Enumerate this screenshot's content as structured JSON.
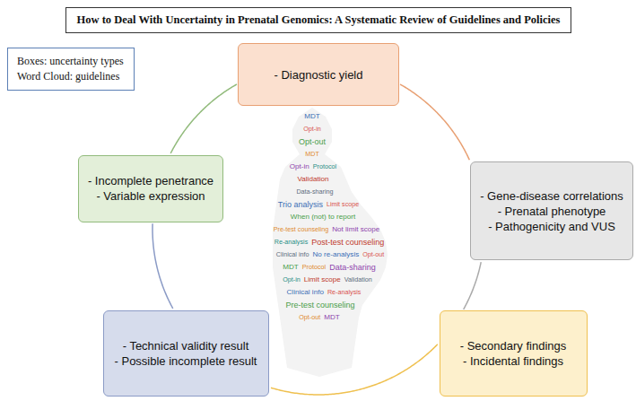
{
  "diagram": {
    "title": "How to Deal With Uncertainty in Prenatal Genomics: A Systematic Review of Guidelines and Policies",
    "nodes": [
      {
        "text": [
          "Boxes: uncertainty types",
          "Word Cloud: guidelines"
        ]
      },
      {
        "text": [
          "- Diagnostic yield"
        ]
      },
      {
        "text": [
          "- Incomplete penetrance",
          "- Variable expression"
        ]
      },
      {
        "text": [
          "- Gene-disease correlations",
          "- Prenatal phenotype",
          "- Pathogenicity and VUS"
        ]
      },
      {
        "text": [
          "- Technical validity result",
          "- Possible incomplete result"
        ]
      },
      {
        "text": [
          "- Secondary findings",
          "- Incidental findings"
        ]
      }
    ],
    "edges": [
      {
        "from": 1,
        "to": 3,
        "arrow": "none"
      },
      {
        "from": 3,
        "to": 5,
        "arrow": "none"
      },
      {
        "from": 5,
        "to": 4,
        "arrow": "none"
      },
      {
        "from": 4,
        "to": 2,
        "arrow": "none"
      },
      {
        "from": 2,
        "to": 1,
        "arrow": "none"
      }
    ],
    "labels": [
      "MDT",
      "Opt-in",
      "Opt-out",
      "MDT",
      "Opt-in",
      "Protocol",
      "Validation",
      "Data-sharing",
      "Trio analysis",
      "Limit scope",
      "When (not) to report",
      "Pre-test counseling",
      "Not limit scope",
      "Re-analysis",
      "Post-test counseling",
      "Clinical info",
      "No re-analysis",
      "Opt-out",
      "MDT",
      "Protocol",
      "Data-sharing",
      "Opt-in",
      "Limit scope",
      "Validation",
      "Clinical info",
      "Re-analysis",
      "Pre-test counseling",
      "Opt-out",
      "MDT"
    ]
  }
}
